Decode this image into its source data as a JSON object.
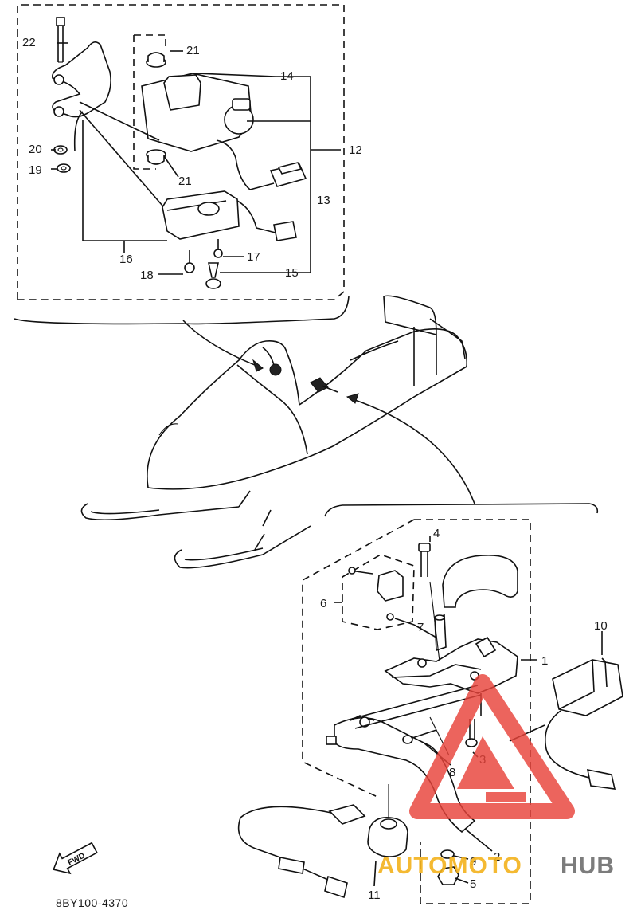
{
  "diagram": {
    "code": "8BY100-4370",
    "fwd_label": "FWD",
    "callouts": {
      "c1": "1",
      "c2": "2",
      "c3": "3",
      "c4": "4",
      "c5": "5",
      "c6": "6",
      "c7": "7",
      "c8": "8",
      "c9": "9",
      "c10": "10",
      "c11": "11",
      "c12": "12",
      "c13": "13",
      "c14": "14",
      "c15": "15",
      "c16": "16",
      "c17": "17",
      "c18": "18",
      "c19": "19",
      "c20": "20",
      "c21a": "21",
      "c21b": "21",
      "c22": "22"
    }
  },
  "watermark": {
    "text_accent": "AUTOMOTO",
    "text_dark": "HUB",
    "accent_color": "#e8433a",
    "text_accent_color": "#f3b21c",
    "text_dark_color": "#6e6e6e"
  }
}
